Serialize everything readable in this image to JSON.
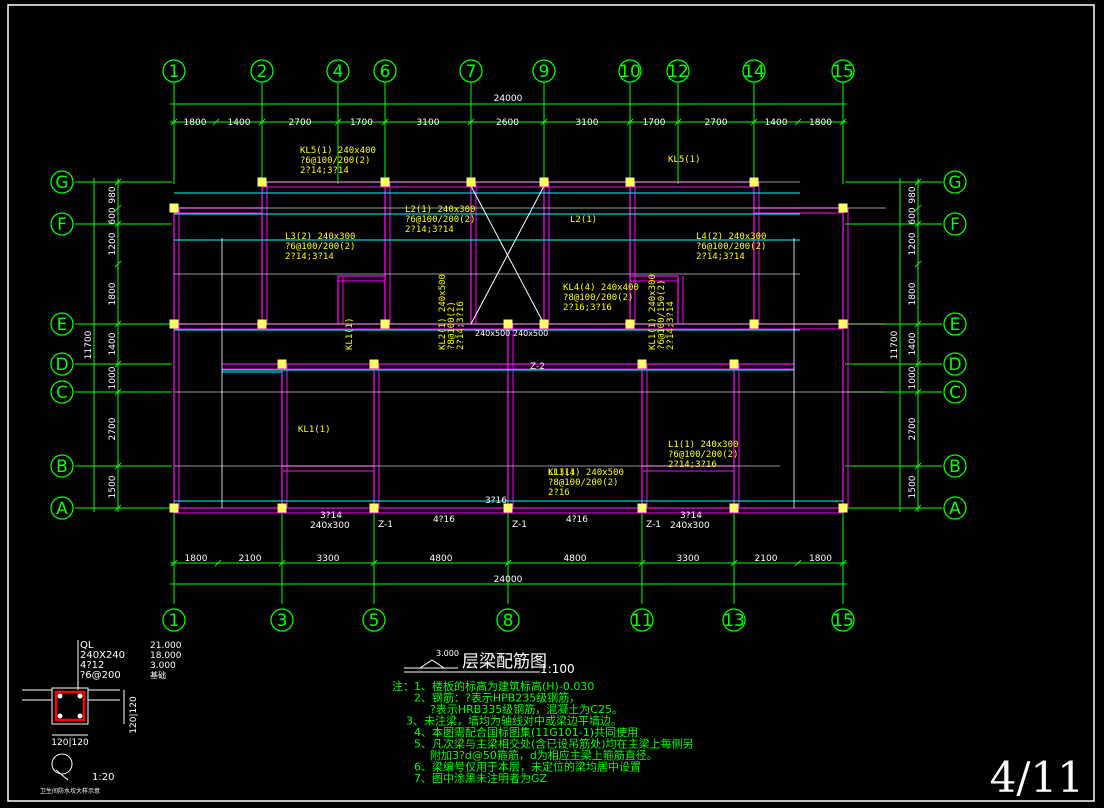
{
  "colors": {
    "background": "#000000",
    "axis": "#00ff00",
    "beam": "#ff00ff",
    "annotation": "#ffff00",
    "aux": "#00ffff",
    "column": "#ffff66",
    "white": "#ffffff",
    "red": "#ff0000"
  },
  "axes_top": [
    "1",
    "2",
    "4",
    "6",
    "7",
    "9",
    "10",
    "12",
    "14",
    "15"
  ],
  "axes_bottom": [
    "1",
    "3",
    "5",
    "8",
    "11",
    "13",
    "15"
  ],
  "axes_rows": [
    "G",
    "F",
    "E",
    "D",
    "C",
    "B",
    "A"
  ],
  "dims_top": {
    "total": "24000",
    "parts": [
      "1800",
      "1400",
      "2700",
      "1700",
      "3100",
      "2600",
      "3100",
      "1700",
      "2700",
      "1400",
      "1800"
    ]
  },
  "dims_bottom": {
    "total": "24000",
    "parts": [
      "1800",
      "2100",
      "3300",
      "4800",
      "4800",
      "3300",
      "2100",
      "1800"
    ]
  },
  "dims_left": {
    "total": "11700",
    "parts": [
      "980",
      "600",
      "1200",
      "1800",
      "1400",
      "1000",
      "2700",
      "1500"
    ]
  },
  "dims_right": {
    "total": "11700",
    "parts": [
      "980",
      "600",
      "1200",
      "1800",
      "1400",
      "1000",
      "2700",
      "1500"
    ]
  },
  "beam_labels": [
    {
      "lines": [
        "KL5(1) 240x400",
        "?6@100/200(2)",
        "2?14;3?14"
      ]
    },
    {
      "lines": [
        "KL5(1)"
      ]
    },
    {
      "lines": [
        "L2(1) 240x300",
        "?6@100/200(2)",
        "2?14;3?14"
      ]
    },
    {
      "lines": [
        "L2(1)"
      ]
    },
    {
      "lines": [
        "L3(2) 240x300",
        "?6@100/200(2)",
        "2?14;3?14"
      ]
    },
    {
      "lines": [
        "L4(2) 240x300",
        "?6@100/200(2)",
        "2?14;3?14"
      ]
    },
    {
      "lines": [
        "KL4(4) 240x400",
        "?8@100/200(2)",
        "2?16;3?16"
      ]
    },
    {
      "lines": [
        "KL1(1)"
      ]
    },
    {
      "lines": [
        "L1(1) 240x300",
        "?6@100/200(2)",
        "2?14;3?16"
      ]
    },
    {
      "lines": [
        "L1(1)"
      ]
    },
    {
      "lines": [
        "KL3(4) 240x500",
        "?8@100/200(2)",
        "2?16"
      ]
    }
  ],
  "vert_labels": [
    {
      "lines": [
        "KL2(1) 240x500",
        "?8@100(2)",
        "2?14;3?16"
      ]
    },
    {
      "lines": [
        "KL1(1) 240x300",
        "?6@100/150(2)",
        "2?14;3?14"
      ]
    }
  ],
  "misc_labels": {
    "size_a": "240x500",
    "size_b": "240x500",
    "z2": "Z-2",
    "z1_a": "Z-1",
    "z1_b": "Z-1",
    "z1_c": "Z-1",
    "bot_a1": "3?14",
    "bot_a2": "240x300",
    "bot_b": "4?16",
    "bot_c": "3?16",
    "bot_d": "4?16",
    "bot_e1": "3?14",
    "bot_e2": "240x300"
  },
  "title_block": {
    "elev": "3.000",
    "title": "层梁配筋图",
    "scale": "1:100"
  },
  "notes": [
    "注：1、楼板的标高为建筑标高(H)-0.030",
    "2、钢筋：?表示HPB235级钢筋，",
    "?表示HRB335级钢筋，混凝土为C25。",
    "3、未注梁，墙均为轴线对中或梁边平墙边。",
    "4、本图需配合国标图集(11G101-1)共同使用",
    "5、凡次梁与主梁相交处(含已设吊筋处)均在主梁上每侧另",
    "附加3?d@50箍筋，d为相应主梁上箍筋直径。",
    "6、梁编号仅用于本层，未定位的梁均居中设置",
    "7、图中涂黑未注明者为GZ"
  ],
  "detail": {
    "gz": "QL",
    "size": "240X240",
    "bars": "4?12",
    "stir": "?6@200",
    "elev1": "21.000",
    "elev2": "18.000",
    "elev3": "3.000",
    "elev_note": "基础",
    "dim_v": "120|120",
    "dim_h": "120|120",
    "q_scale": "1:20",
    "caption": "卫生间防水坎大样示意"
  },
  "page_badge": "4/11"
}
